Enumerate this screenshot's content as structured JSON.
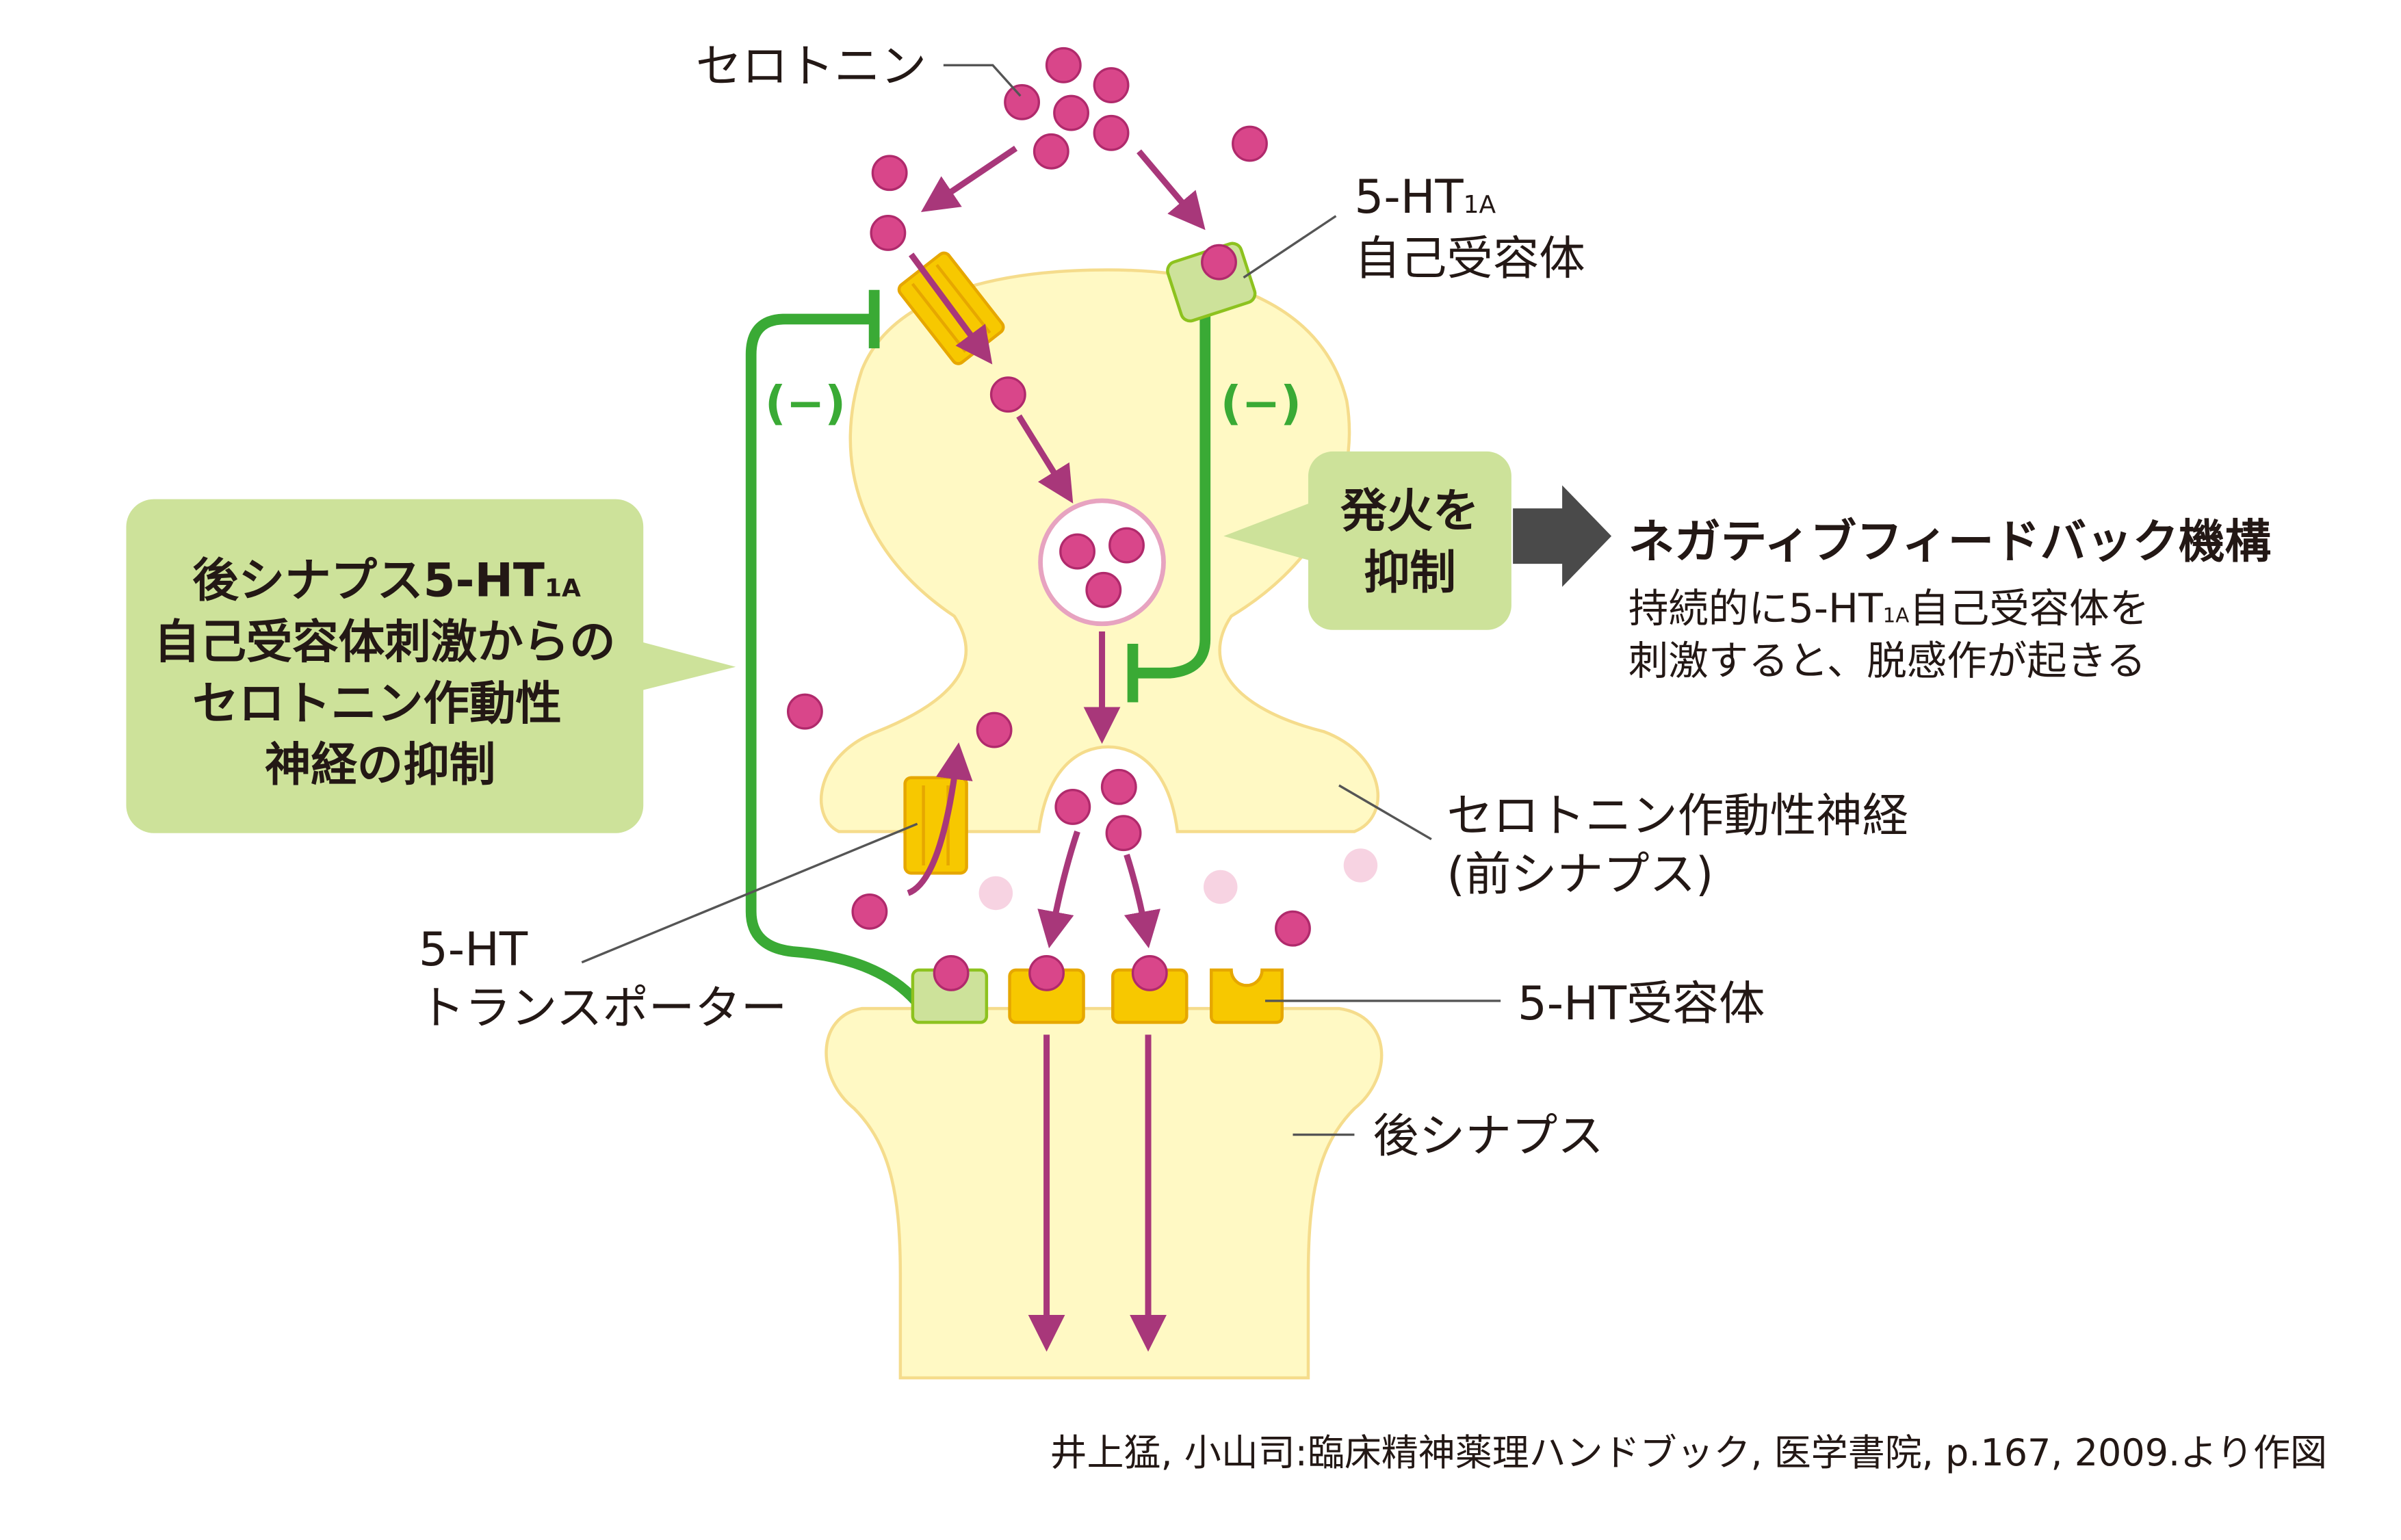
{
  "labels": {
    "serotonin": "セロトニン",
    "autoreceptor_line1": "5-HT",
    "autoreceptor_sub": "1A",
    "autoreceptor_line2": "自己受容体",
    "minus_left": "(−)",
    "minus_right": "(−)",
    "firing_line1": "発火を",
    "firing_line2": "抑制",
    "feedback_title": "ネガティブフィードバック機構",
    "feedback_desc_line1_a": "持続的に5-HT",
    "feedback_desc_line1_sub": "1A",
    "feedback_desc_line1_b": "自己受容体を",
    "feedback_desc_line2": "刺激すると、脱感作が起きる",
    "post_box_line1_a": "後シナプス5-HT",
    "post_box_line1_sub": "1A",
    "post_box_line2": "自己受容体刺激からの",
    "post_box_line3": "セロトニン作動性",
    "post_box_line4": "神経の抑制",
    "neuron_line1": "セロトニン作動性神経",
    "neuron_line2": "(前シナプス)",
    "transporter_line1": "5-HT",
    "transporter_line2": "トランスポーター",
    "receptor": "5-HT受容体",
    "postsynapse": "後シナプス",
    "citation": "井上猛, 小山司:臨床精神薬理ハンドブック, 医学書院, p.167, 2009.より作図"
  },
  "colors": {
    "neuron_fill": "#fff9c4",
    "neuron_stroke": "#f5dc8c",
    "serotonin": "#d9468a",
    "arrow": "#a8377a",
    "inhibition": "#3aaa35",
    "callout": "#cde29a",
    "transporter": "#f7c800",
    "big_arrow": "#4a4a4a"
  }
}
